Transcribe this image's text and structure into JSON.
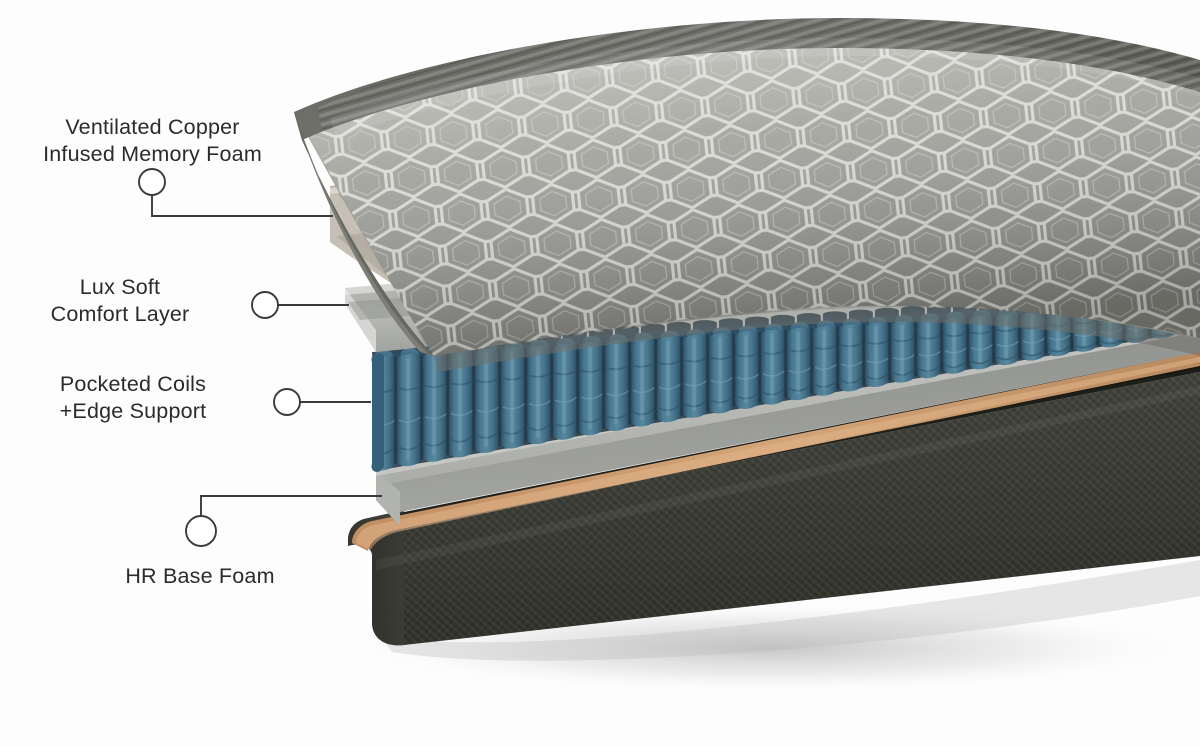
{
  "diagram": {
    "type": "exploded-mattress-cutaway",
    "background_color": "#fdfdfd",
    "label_text_color": "#2b2b2b",
    "leader_line_color": "#3a3a3a",
    "layers": [
      {
        "id": "cover",
        "label": "Ventilated Copper\nInfused Memory Foam",
        "material": "quilted honeycomb knit cover",
        "color": "#9a9b95",
        "accent_color": "#d8d9d3"
      },
      {
        "id": "memory-foam",
        "label": "",
        "material": "copper infused memory foam slab",
        "color": "#cdc5bb",
        "accent_color": "#b8afa4"
      },
      {
        "id": "comfort",
        "label": "Lux Soft\nComfort Layer",
        "material": "soft comfort foam slab",
        "color": "#c5c6c3",
        "accent_color": "#9fa19e"
      },
      {
        "id": "coils",
        "label": "Pocketed Coils\n+Edge Support",
        "material": "individually pocketed coils",
        "color": "#4a7590",
        "accent_color": "#2e5569"
      },
      {
        "id": "base",
        "label": "HR Base Foam",
        "material": "high resilience base foam in woven cover",
        "color": "#3b3c37",
        "accent_color": "#c89a6b"
      }
    ],
    "labels": [
      {
        "id": "cover",
        "text": "Ventilated Copper\nInfused Memory Foam"
      },
      {
        "id": "comfort",
        "text": "Lux Soft\nComfort Layer"
      },
      {
        "id": "coils",
        "text": "Pocketed Coils\n+Edge Support"
      },
      {
        "id": "base",
        "text": "HR Base Foam"
      }
    ],
    "leaders": [
      {
        "id": "cover",
        "circle": [
          152,
          182
        ],
        "radius": 13,
        "path": "elbow-down-right",
        "end": [
          332,
          216
        ]
      },
      {
        "id": "comfort",
        "circle": [
          265,
          305
        ],
        "radius": 13,
        "path": "straight-right",
        "end": [
          348,
          305
        ]
      },
      {
        "id": "coils",
        "circle": [
          287,
          402
        ],
        "radius": 13,
        "path": "straight-right",
        "end": [
          370,
          402
        ]
      },
      {
        "id": "base",
        "circle": [
          201,
          531
        ],
        "radius": 15,
        "path": "elbow-up-right",
        "end": [
          381,
          496
        ]
      }
    ]
  }
}
